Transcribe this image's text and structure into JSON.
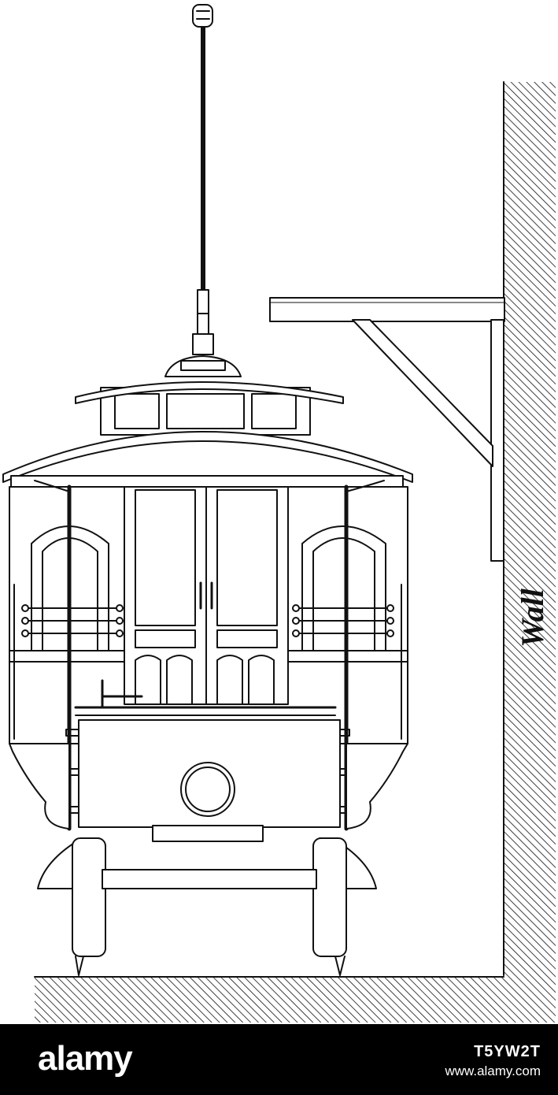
{
  "illustration": {
    "wall_label": "Wall"
  },
  "footer": {
    "logo": "alamy",
    "image_id": "T5YW2T",
    "url": "www.alamy.com"
  },
  "colors": {
    "ink": "#111111",
    "background": "#ffffff",
    "footer_bg": "#000000",
    "footer_text": "#ffffff"
  }
}
